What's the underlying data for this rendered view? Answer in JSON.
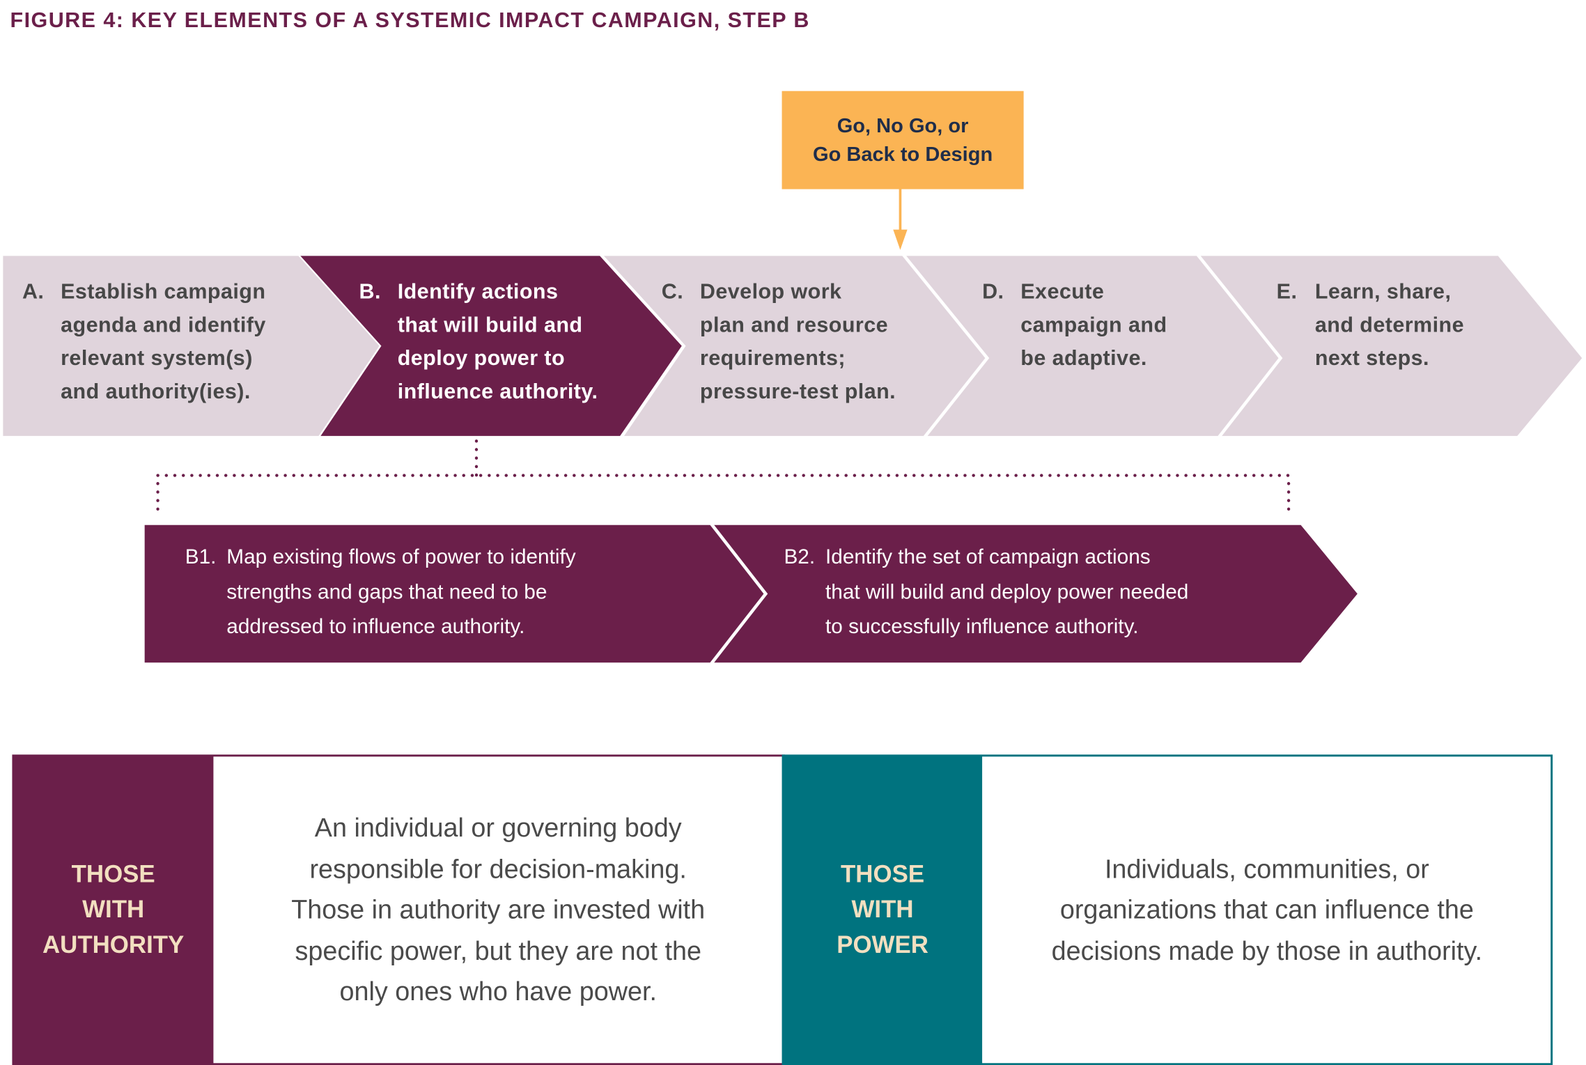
{
  "figure": {
    "title": "FIGURE 4: KEY ELEMENTS OF A SYSTEMIC IMPACT CAMPAIGN, STEP B"
  },
  "decision": {
    "line1": "Go, No Go, or",
    "line2": "Go Back to Design"
  },
  "steps": [
    {
      "letter": "A.",
      "lines": [
        "Establish campaign",
        "agenda and identify",
        "relevant system(s)",
        "and authority(ies)."
      ],
      "active": false
    },
    {
      "letter": "B.",
      "lines": [
        "Identify actions",
        "that will build and",
        "deploy power to",
        "influence authority."
      ],
      "active": true
    },
    {
      "letter": "C.",
      "lines": [
        "Develop work",
        "plan and resource",
        "requirements;",
        "pressure-test plan."
      ],
      "active": false
    },
    {
      "letter": "D.",
      "lines": [
        "Execute",
        "campaign and",
        "be adaptive."
      ],
      "active": false
    },
    {
      "letter": "E.",
      "lines": [
        "Learn, share,",
        "and determine",
        "next steps."
      ],
      "active": false
    }
  ],
  "substeps": [
    {
      "letter": "B1.",
      "lines": [
        "Map existing flows of power to identify",
        "strengths and gaps that need to be",
        "addressed to influence authority."
      ]
    },
    {
      "letter": "B2.",
      "lines": [
        "Identify the set of campaign actions",
        "that will build and deploy power needed",
        "to successfully influence authority."
      ]
    }
  ],
  "definitions": [
    {
      "label": [
        "THOSE",
        "WITH",
        "AUTHORITY"
      ],
      "text": [
        "An individual or governing body",
        "responsible for decision-making.",
        "Those in authority are invested with",
        "specific power, but they are not the",
        "only ones who have power."
      ]
    },
    {
      "label": [
        "THOSE",
        "WITH",
        "POWER"
      ],
      "text": [
        "Individuals, communities, or",
        "organizations that can influence the",
        "decisions made by those in authority."
      ]
    }
  ],
  "colors": {
    "purple": "#6b1f4a",
    "lilac": "#e0d4dc",
    "teal": "#00737f",
    "orange": "#fbb454",
    "cream": "#f2dfc0"
  }
}
